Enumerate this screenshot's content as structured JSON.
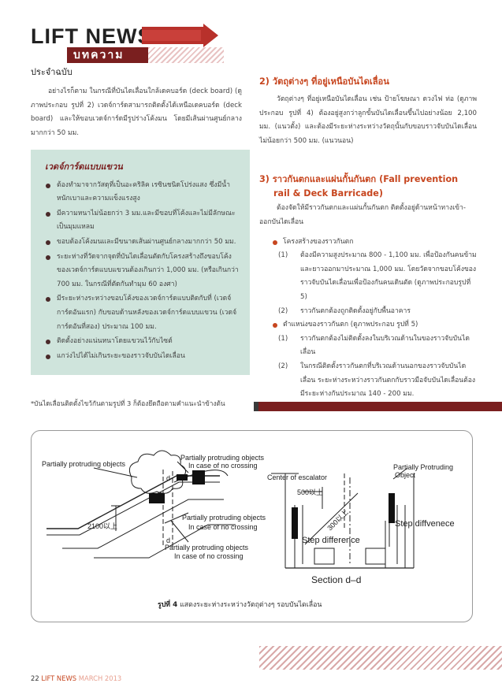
{
  "header": {
    "title": "LIFT NEWS",
    "subtitle": "บทความ",
    "issue_label": "ประจำฉบับ"
  },
  "left": {
    "intro": "อย่างไรก็ตาม ในกรณีที่บันไดเลื่อนใกล้เดคบอร์ด (deck board) (ดูภาพประกอบ รูปที่ 2) เวดจ์การ์ดสามารถติดตั้งได้เหนือเดคบอร์ด (deck board) และให้ขอบเวดจ์การ์ดมีรูปร่างโค้งมน โดยมีเส้นผ่านศูนย์กลางมากกว่า 50 มม.",
    "box_title": "เวดจ์การ์ดแบบแขวน",
    "box_items": [
      "ต้องทำมาจากวัสดุที่เป็นอะคริลิค เรซินชนิดโปร่งแสง ซึ่งมีน้ำหนักเบาและความแข็งแรงสูง",
      "มีความหนาไม่น้อยกว่า 3 มม.และมีขอบที่โค้งและไม่มีลักษณะเป็นมุมแหลม",
      "ขอบต้องโค้งมนและมีขนาดเส้นผ่านศูนย์กลางมากกว่า 50 มม.",
      "ระยะห่างที่วัดจากจุดที่บันไดเลื่อนตัดกับโครงสร้างถึงขอบโค้งของเวดจ์การ์ดแบบแขวนต้องเกินกว่า 1,000 มม. (หรือเกินกว่า 700 มม. ในกรณีที่ตัดกันทำมุม 60 องศา)",
      "มีระยะห่างระหว่างขอบโค้งของเวดจ์การ์ดแบบติดกับที่ (เวดจ์การ์ดอันแรก) กับขอบด้านหลังของเวดจ์การ์ดแบบแขวน (เวดจ์การ์ดอันที่สอง) ประมาณ 100 มม.",
      "ติดตั้งอย่างแน่นหนาโดยแขวนไว้กับไซต์",
      "แกว่งไปได้ไม่เกินระยะของราวจับบันไดเลื่อน"
    ],
    "footnote": "*บันไดเลื่อนติดตั้งไขว้กันตามรูปที่ 3 ก็ต้องยึดถือตามคำแนะนำข้างต้น"
  },
  "right": {
    "s2_heading": "2) วัตถุต่างๆ ที่อยู่เหนือบันไดเลื่อน",
    "s2_body": "วัตถุต่างๆ ที่อยู่เหนือบันไดเลื่อน เช่น ป้ายโฆษณา ดวงไฟ ท่อ (ดูภาพประกอบ รูปที่ 4) ต้องอยู่สูงกว่าลูกขั้นบันไดเลื่อนขึ้นไปอย่างน้อย 2,100 มม. (แนวตั้ง) และต้องมีระยะห่างระหว่างวัตถุนั้นกับขอบราวจับบันไดเลื่อนไม่น้อยกว่า 500 มม. (แนวนอน)",
    "s3_heading_line1": "3) ราวกันตกและแผ่นกั้นกันตก (Fall prevention",
    "s3_heading_line2": "rail & Deck Barricade)",
    "s3_intro": "ต้องจัดให้มีราวกันตกและแผ่นกั้นกันตก ติดตั้งอยู่ด้านหน้าทางเข้า-ออกบันไดเลื่อน",
    "s3_b1": "โครงสร้างของราวกันตก",
    "s3_b1_items": [
      {
        "num": "(1)",
        "text": "ต้องมีความสูงประมาณ 800 - 1,100 มม. เพื่อป้องกันคนข้ามและยาวออกมาประมาณ 1,000 มม. โดยวัดจากขอบโค้งของราวจับบันไดเลื่อนเพื่อป้องกันคนเดินตัด (ดูภาพประกอบรูปที่ 5)"
      },
      {
        "num": "(2)",
        "text": "ราวกันตกต้องถูกติดตั้งอยู่กับพื้นอาคาร"
      }
    ],
    "s3_b2": "ตำแหน่งของราวกันตก (ดูภาพประกอบ รูปที่ 5)",
    "s3_b2_items": [
      {
        "num": "(1)",
        "text": "ราวกันตกต้องไม่ติดตั้งลงในบริเวณด้านในของราวจับบันไดเลื่อน"
      },
      {
        "num": "(2)",
        "text": "ในกรณีติดตั้งราวกันตกที่บริเวณด้านนอกของราวจับบันไดเลื่อน ระยะห่างระหว่างราวกันตกกับราวมือจับบันไดเลื่อนต้องมีระยะห่างกันประมาณ 140 - 200 มม."
      }
    ]
  },
  "figure": {
    "label_partial_objects": "Partially protruding objects",
    "label_pp_case1": "Partially protruding objects",
    "label_no_crossing1": "In case of no crossing",
    "label_pp_case2": "Partially protruding objects",
    "label_no_crossing2": "In case of no crossing",
    "label_pp_case3": "Partially protruding objects",
    "label_no_crossing3": "In case of no crossing",
    "label_2100": "2100以上",
    "label_d1": "d",
    "label_d2": "d",
    "label_center": "Center of escalator",
    "label_500": "500以上",
    "label_300": "300以上",
    "label_step_difference": "Step difference",
    "label_pp_object": "Partially Protruding",
    "label_object": "Object",
    "label_step_diffvenece": "Step diffvenece",
    "label_section": "Section d–d",
    "caption_bold": "รูปที่ 4",
    "caption_text": " แสดงระยะห่างระหว่างวัตถุต่างๆ รอบบันไดเลื่อน"
  },
  "footer": {
    "page": "22",
    "brand": "LIFT NEWS",
    "month": "MARCH 2013"
  },
  "colors": {
    "accent_red": "#c7461f",
    "dark_red": "#7a1f1f",
    "box_green": "#cfe4dc"
  }
}
